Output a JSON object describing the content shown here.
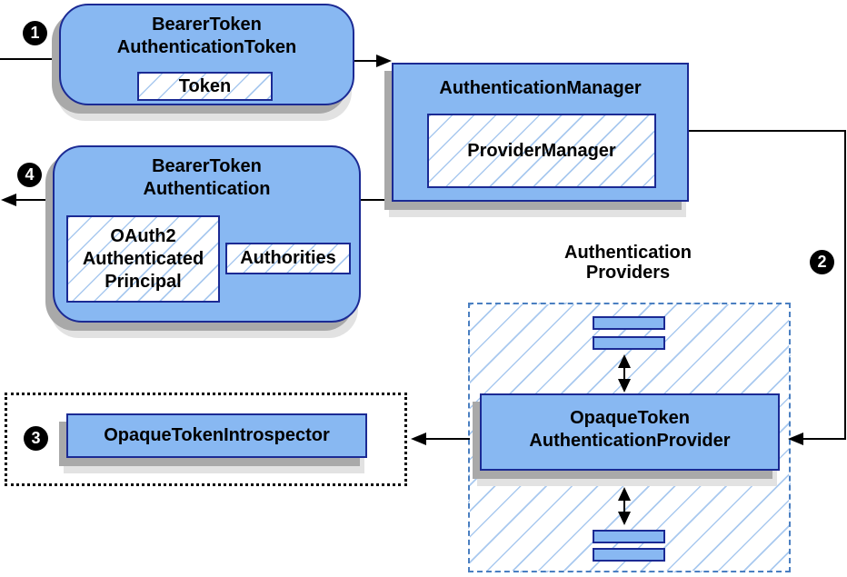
{
  "colors": {
    "node_fill": "#88b8f2",
    "node_border": "#1b2a94",
    "hatch_line": "#a9c9ef",
    "group_dashed_border": "#4a7fc1",
    "dotted_border": "#000000",
    "connector": "#000000",
    "shadow_dark": "#a9a9a9",
    "shadow_light": "#e2e2e2",
    "badge_bg": "#000000",
    "badge_text": "#ffffff"
  },
  "badges": {
    "step1": "1",
    "step2": "2",
    "step3": "3",
    "step4": "4"
  },
  "nodes": {
    "bearer_token_authentication_token": {
      "title_line1": "BearerToken",
      "title_line2": "AuthenticationToken",
      "member": "Token"
    },
    "authentication_manager": {
      "title": "AuthenticationManager",
      "member": "ProviderManager"
    },
    "bearer_token_authentication": {
      "title_line1": "BearerToken",
      "title_line2": "Authentication",
      "principal_line1": "OAuth2",
      "principal_line2": "Authenticated",
      "principal_line3": "Principal",
      "authorities": "Authorities"
    },
    "providers_group": {
      "label_line1": "Authentication",
      "label_line2": "Providers"
    },
    "opaque_token_authentication_provider": {
      "title_line1": "OpaqueToken",
      "title_line2": "AuthenticationProvider"
    },
    "opaque_token_introspector": {
      "title": "OpaqueTokenIntrospector"
    }
  }
}
